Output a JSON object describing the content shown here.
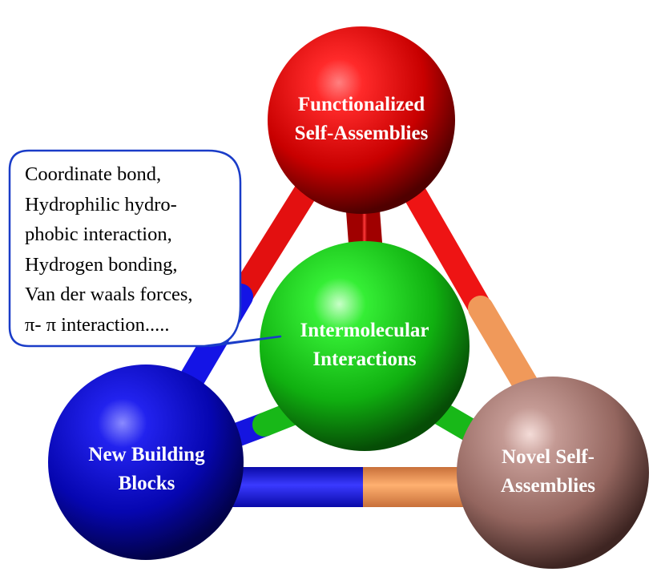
{
  "nodes": {
    "top": {
      "line1": "Functionalized",
      "line2": "Self-Assemblies",
      "color": "#e01010"
    },
    "center": {
      "line1": "Intermolecular",
      "line2": "Interactions",
      "color": "#1fd61f"
    },
    "left": {
      "line1": "New Building",
      "line2": "Blocks",
      "color": "#0a0ad8"
    },
    "right": {
      "line1": "Novel Self-",
      "line2": "Assemblies",
      "color": "#b07f78"
    }
  },
  "edge_colors": {
    "red": "#ee1010",
    "blue": "#1212ee",
    "orange": "#f09a5a",
    "green": "#18b818"
  },
  "callout": {
    "lines": [
      "Coordinate bond,",
      "Hydrophilic hydro-",
      "phobic interaction,",
      "Hydrogen bonding,",
      "Van der waals forces,",
      "π- π interaction....."
    ],
    "border_color": "#1a3cc8"
  }
}
